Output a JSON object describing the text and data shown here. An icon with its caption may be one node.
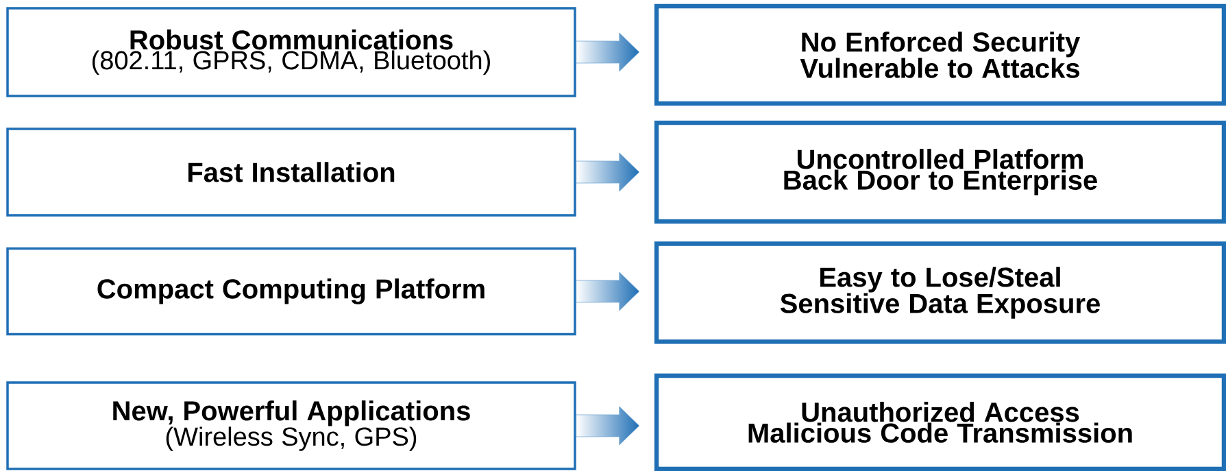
{
  "diagram": {
    "nodes": [
      {
        "text": [
          "Robust Communications",
          "(802.11, GPRS, CDMA, Bluetooth)"
        ]
      },
      {
        "text": [
          "Fast Installation"
        ]
      },
      {
        "text": [
          "Compact  Computing Platform"
        ]
      },
      {
        "text": [
          "New, Powerful Applications",
          "(Wireless Sync, GPS)"
        ]
      },
      {
        "text": [
          "No Enforced Security",
          "Vulnerable to Attacks"
        ]
      },
      {
        "text": [
          "Uncontrolled Platform",
          "Back Door to Enterprise"
        ]
      },
      {
        "text": [
          "Easy to Lose/Steal",
          "Sensitive Data Exposure"
        ]
      },
      {
        "text": [
          "Unauthorized Access",
          "Malicious Code Transmission"
        ]
      }
    ],
    "edges": [
      {
        "from": 0,
        "to": 4,
        "arrow": "to"
      },
      {
        "from": 1,
        "to": 5,
        "arrow": "to"
      },
      {
        "from": 2,
        "to": 6,
        "arrow": "to"
      },
      {
        "from": 3,
        "to": 7,
        "arrow": "to"
      }
    ]
  }
}
